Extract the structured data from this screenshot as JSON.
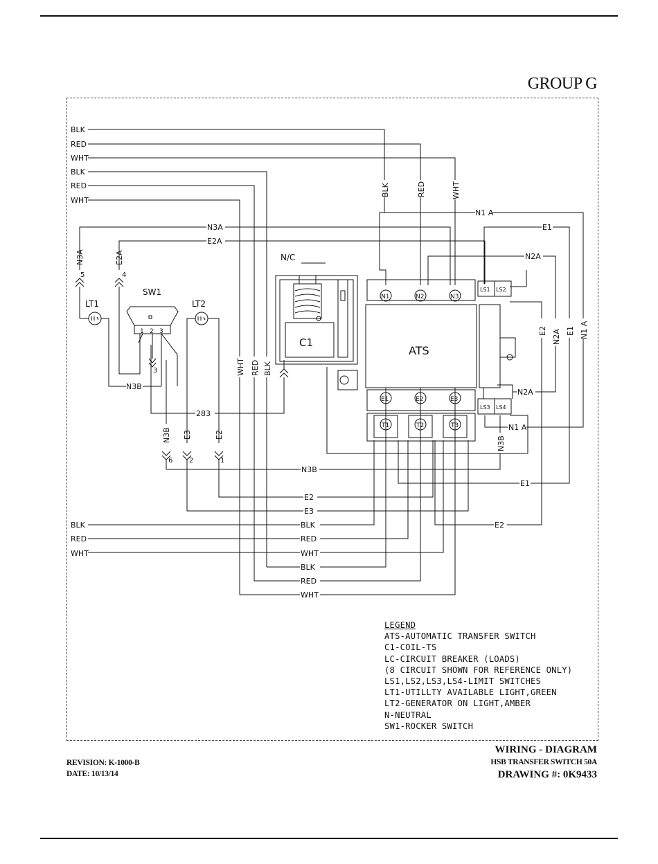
{
  "header": {
    "group": "GROUP G"
  },
  "left_wires": {
    "top": [
      "BLK",
      "RED",
      "WHT",
      "BLK",
      "RED",
      "WHT"
    ],
    "bottom": [
      "BLK",
      "RED",
      "WHT"
    ]
  },
  "vertical_wires": {
    "blk": "BLK",
    "red": "RED",
    "wht": "WHT"
  },
  "lower_vertical_wires": {
    "wht": "WHT",
    "red": "RED",
    "blk": "BLK"
  },
  "bus_labels": {
    "n1a_top": "N1 A",
    "e1_top": "E1",
    "n3a": "N3A",
    "e2a": "E2A",
    "n2a_top": "N2A",
    "n2a_bottom": "N2A",
    "n1a_bottom": "N1 A",
    "n3b_left": "N3B",
    "w283": "283",
    "n3b_mid": "N3B",
    "e1_bottom": "E1",
    "e2_mid": "E2",
    "e3_mid": "E3",
    "e2_bottom": "E2",
    "blk1": "BLK",
    "red1": "RED",
    "wht1": "WHT",
    "blk2": "BLK",
    "red2": "RED",
    "wht2": "WHT"
  },
  "rotated_labels": {
    "n3a": "N3A",
    "e2a": "E2A",
    "n3b_conn": "N3B",
    "e3_conn": "E3",
    "e2_conn": "E2",
    "wht": "WHT",
    "red": "RED",
    "blk": "BLK",
    "e2_right": "E2",
    "n2a_right": "N2A",
    "e1_right": "E1",
    "n1a_right": "N1 A",
    "n3b_right": "N3B"
  },
  "connector_numbers": {
    "c5": "5",
    "c4": "4",
    "c3": "3",
    "c6": "6",
    "c2": "2",
    "c1": "1"
  },
  "components": {
    "sw1": "SW1",
    "sw1_pins": [
      "1",
      "2",
      "3"
    ],
    "lt1": "LT1",
    "lt2": "LT2",
    "nc": "N/C",
    "c1": "C1",
    "ats": "ATS",
    "top_terminals": [
      "N1",
      "N2",
      "N3"
    ],
    "mid_terminals": [
      "E1",
      "E2",
      "E3"
    ],
    "bottom_terminals": [
      "T1",
      "T2",
      "T3"
    ],
    "switch_top": [
      "LS1",
      "LS2"
    ],
    "switch_bottom": [
      "LS3",
      "LS4"
    ]
  },
  "legend": {
    "title": "LEGEND",
    "items": [
      "ATS-AUTOMATIC TRANSFER SWITCH",
      "C1-COIL-TS",
      "LC-CIRCUIT BREAKER (LOADS)",
      "(8 CIRCUIT SHOWN FOR REFERENCE ONLY)",
      "LS1,LS2,LS3,LS4-LIMIT SWITCHES",
      "LT1-UTILLTY AVAILABLE LIGHT,GREEN",
      "LT2-GENERATOR ON LIGHT,AMBER",
      "N-NEUTRAL",
      "SW1-ROCKER SWITCH"
    ]
  },
  "footer": {
    "revision": "REVISION: K-1000-B",
    "date": "DATE: 10/13/14",
    "diagram_title": "WIRING - DIAGRAM",
    "product": "HSB TRANSFER SWITCH 50A",
    "drawing": "DRAWING #: 0K9433"
  }
}
